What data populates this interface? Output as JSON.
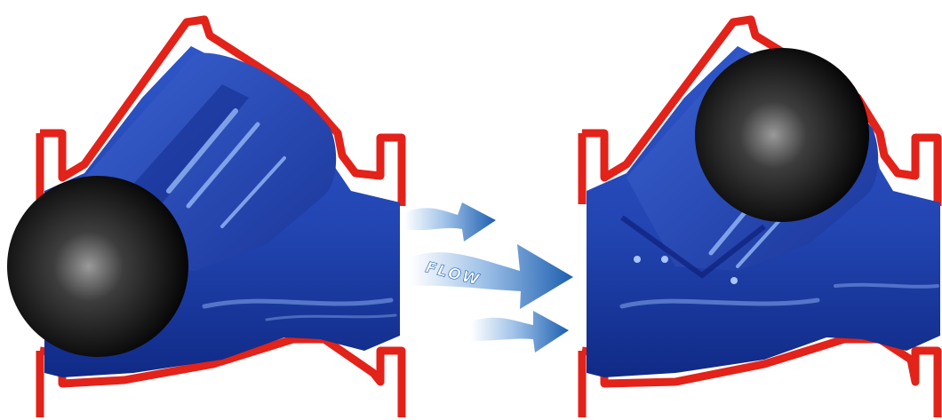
{
  "diagram": {
    "flow_label": "FLOW",
    "panels": [
      {
        "id": "valve-open",
        "ball_state": "seated-low"
      },
      {
        "id": "valve-closed",
        "ball_state": "raised"
      }
    ],
    "arrows": [
      "flow-arrow-top",
      "flow-arrow-middle",
      "flow-arrow-bottom"
    ],
    "colors": {
      "body": "#2346b4",
      "body_dark": "#0d1f7a",
      "body_light": "#5c86ea",
      "casing": "#e32219",
      "ball": "#0b0b0b",
      "arrow_light": "#dce9f8",
      "arrow_dark": "#1d5fb0"
    }
  }
}
